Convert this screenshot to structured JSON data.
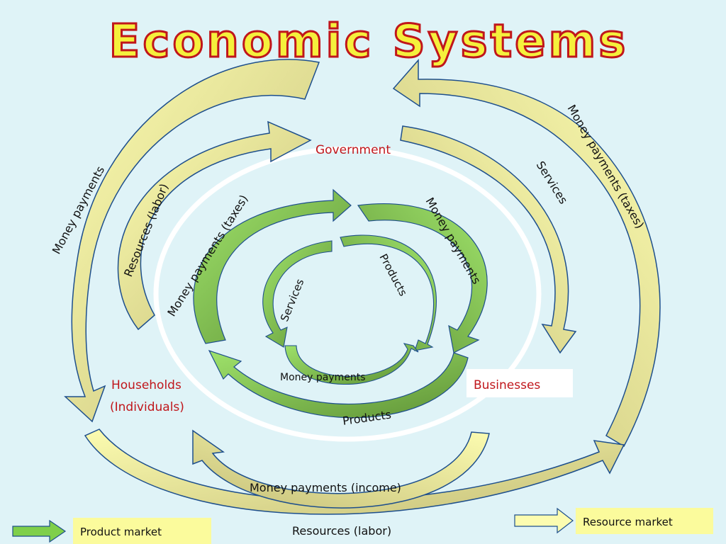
{
  "title": "Economic Systems",
  "nodes": {
    "government": "Government",
    "households": "Households",
    "households_sub": "(Individuals)",
    "businesses": "Businesses"
  },
  "flows": {
    "outer_left": "Money payments",
    "outer_right": "Money payments (taxes)",
    "mid_left": "Resources (labor)",
    "mid_right": "Services",
    "inner_left": "Money payments (taxes)",
    "inner_right": "Money payments",
    "core_left": "Services",
    "core_right": "Products",
    "core_bottom": "Money payments",
    "inner_bottom": "Products",
    "bottom_mid": "Money payments (income)",
    "bottom_low": "Resources (labor)"
  },
  "legend": {
    "product_market": "Product market",
    "resource_market": "Resource market"
  },
  "colors": {
    "background": "#dff3f7",
    "yellow_arrow": "#fcfcb0",
    "olive_arrow": "#c9c37a",
    "green_light": "#8ed65a",
    "green_dark": "#6a9f3e",
    "outline": "#1e4f8c",
    "title_fill": "#f5f03c",
    "title_stroke": "#c0161b",
    "node_text": "#c0161b"
  }
}
